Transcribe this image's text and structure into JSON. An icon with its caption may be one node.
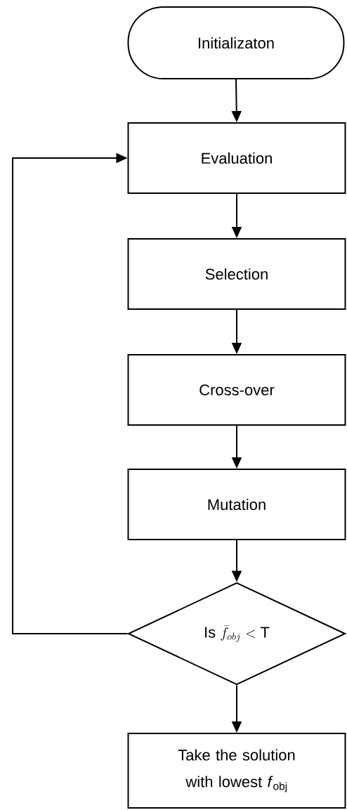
{
  "diagram": {
    "nodes": [
      {
        "text": [
          "Initializaton"
        ]
      },
      {
        "text": [
          "Evaluation"
        ]
      },
      {
        "text": [
          "Selection"
        ]
      },
      {
        "text": [
          "Cross-over"
        ]
      },
      {
        "text": [
          "Mutation"
        ]
      },
      {
        "text": [
          "\\mathrm{Is}\\ \\bar{f}_{obj} < \\mathrm{T}"
        ]
      },
      {
        "text": [
          "Take the solution with lowest *f*$_{obj}$"
        ]
      }
    ],
    "edges": [
      {
        "from": 0,
        "to": 1,
        "arrow": "to"
      },
      {
        "from": 1,
        "to": 2,
        "arrow": "to"
      },
      {
        "from": 2,
        "to": 3,
        "arrow": "to"
      },
      {
        "from": 3,
        "to": 4,
        "arrow": "to"
      },
      {
        "from": 4,
        "to": 5,
        "arrow": "to"
      },
      {
        "from": 5,
        "to": 6,
        "arrow": "to"
      },
      {
        "from": 5,
        "to": 1,
        "arrow": "to"
      }
    ]
  }
}
